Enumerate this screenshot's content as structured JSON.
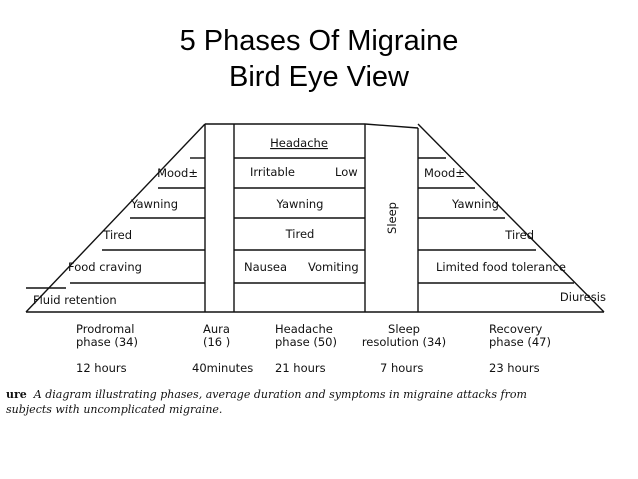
{
  "title_line1": "5 Phases Of Migraine",
  "title_line2": "Bird Eye View",
  "diagram": {
    "aura_label": "",
    "headache_header": "Headache",
    "sleep_label": "Sleep",
    "prodromal_rows": [
      "Mood±",
      "Yawning",
      "Tired",
      "Food craving",
      "Fluid retention"
    ],
    "headache_rows": [
      "Irritable",
      "Low",
      "Yawning",
      "Tired",
      "Nausea",
      "Vomiting"
    ],
    "recovery_rows": [
      "Mood±",
      "Yawning",
      "Tired",
      "Limited food tolerance",
      "Diuresis"
    ]
  },
  "phases": [
    {
      "name_line1": "Prodromal",
      "name_line2": "phase (34)",
      "duration": "12 hours"
    },
    {
      "name_line1": "Aura",
      "name_line2": "(16 )",
      "duration": "40minutes"
    },
    {
      "name_line1": "Headache",
      "name_line2": "phase (50)",
      "duration": "21 hours"
    },
    {
      "name_line1": "Sleep",
      "name_line2": "resolution (34)",
      "duration": "7 hours"
    },
    {
      "name_line1": "Recovery",
      "name_line2": "phase (47)",
      "duration": "23 hours"
    }
  ],
  "caption": {
    "prefix": "ure",
    "line1": "A diagram illustrating phases, average duration and symptoms in migraine attacks from",
    "line2": "subjects with uncomplicated migraine."
  }
}
